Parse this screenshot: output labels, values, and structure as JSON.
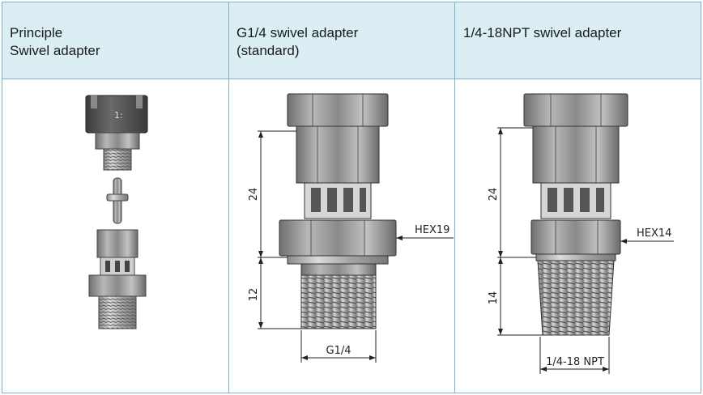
{
  "header": {
    "col1": {
      "line1": "Principle",
      "line2": "Swivel adapter"
    },
    "col2": {
      "line1": "G1/4 swivel adapter",
      "line2": "(standard)"
    },
    "col3": {
      "line1": "1/4-18NPT swivel adapter"
    }
  },
  "drawing_principle": {
    "marking": "1:"
  },
  "drawing_g14": {
    "dim_top": "24",
    "dim_bottom": "12",
    "hex_label": "HEX19",
    "thread_label": "G1/4"
  },
  "drawing_npt": {
    "dim_top": "24",
    "dim_bottom": "14",
    "hex_label": "HEX14",
    "thread_label": "1/4-18 NPT"
  }
}
